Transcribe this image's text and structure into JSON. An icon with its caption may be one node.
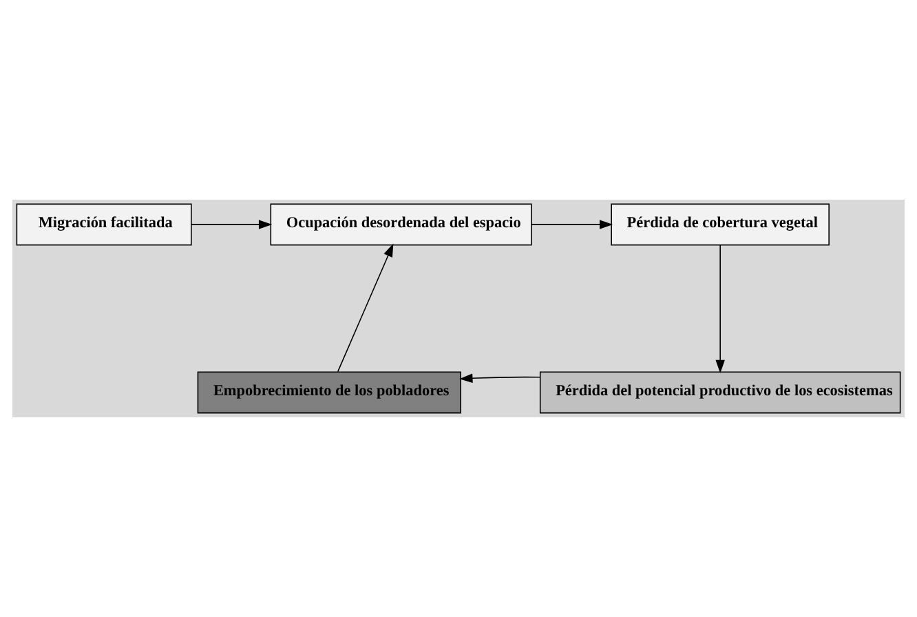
{
  "diagram": {
    "nodes": [
      {
        "text": [
          "Migración facilitada"
        ]
      },
      {
        "text": [
          "Ocupación desordenada del espacio"
        ]
      },
      {
        "text": [
          "Pérdida de cobertura vegetal"
        ]
      },
      {
        "text": [
          "Pérdida del potencial productivo de los ecosistemas"
        ]
      },
      {
        "text": [
          "Empobrecimiento de los pobladores"
        ]
      }
    ],
    "edges": [
      {
        "from": 0,
        "to": 1,
        "arrow": "to"
      },
      {
        "from": 1,
        "to": 2,
        "arrow": "to"
      },
      {
        "from": 2,
        "to": 3,
        "arrow": "to"
      },
      {
        "from": 3,
        "to": 4,
        "arrow": "to"
      },
      {
        "from": 4,
        "to": 1,
        "arrow": "to"
      }
    ]
  }
}
